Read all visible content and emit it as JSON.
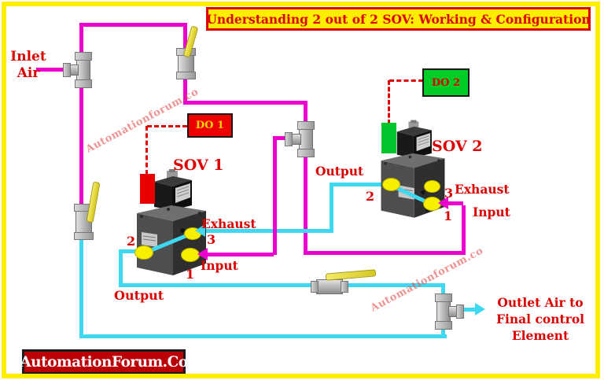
{
  "title": "Understanding 2 out of 2 SOV: Working & Configuration",
  "inlet": {
    "line1": "Inlet",
    "line2": "Air"
  },
  "outlet": {
    "line1": "Outlet Air to",
    "line2": "Final control",
    "line3": "Element"
  },
  "sov1": {
    "name": "SOV 1",
    "do_label": "DO 1",
    "port1": "1",
    "port2": "2",
    "port3": "3",
    "exhaust_label": "Exhaust",
    "input_label": "Input",
    "output_label": "Output"
  },
  "sov2": {
    "name": "SOV 2",
    "do_label": "DO 2",
    "port1": "1",
    "port2": "2",
    "port3": "3",
    "exhaust_label": "Exhaust",
    "input_label": "Input",
    "output_label": "Output"
  },
  "watermark": "Automationforum.co",
  "logo": "AutomationForum.Co",
  "colors": {
    "supply_pipe": "#ec00ce",
    "output_pipe": "#3ed8f2",
    "label_red": "#dd0000",
    "frame_yellow": "#ffee00",
    "do1_bg": "#ee0000",
    "do1_text": "#ffd400",
    "do2_bg": "#00cc26",
    "do2_text": "#dd0000",
    "solenoid1_state": "#e80000",
    "solenoid2_state": "#00c62e",
    "port_dot": "#f7ee00",
    "logo_bg": "#bb0008"
  }
}
